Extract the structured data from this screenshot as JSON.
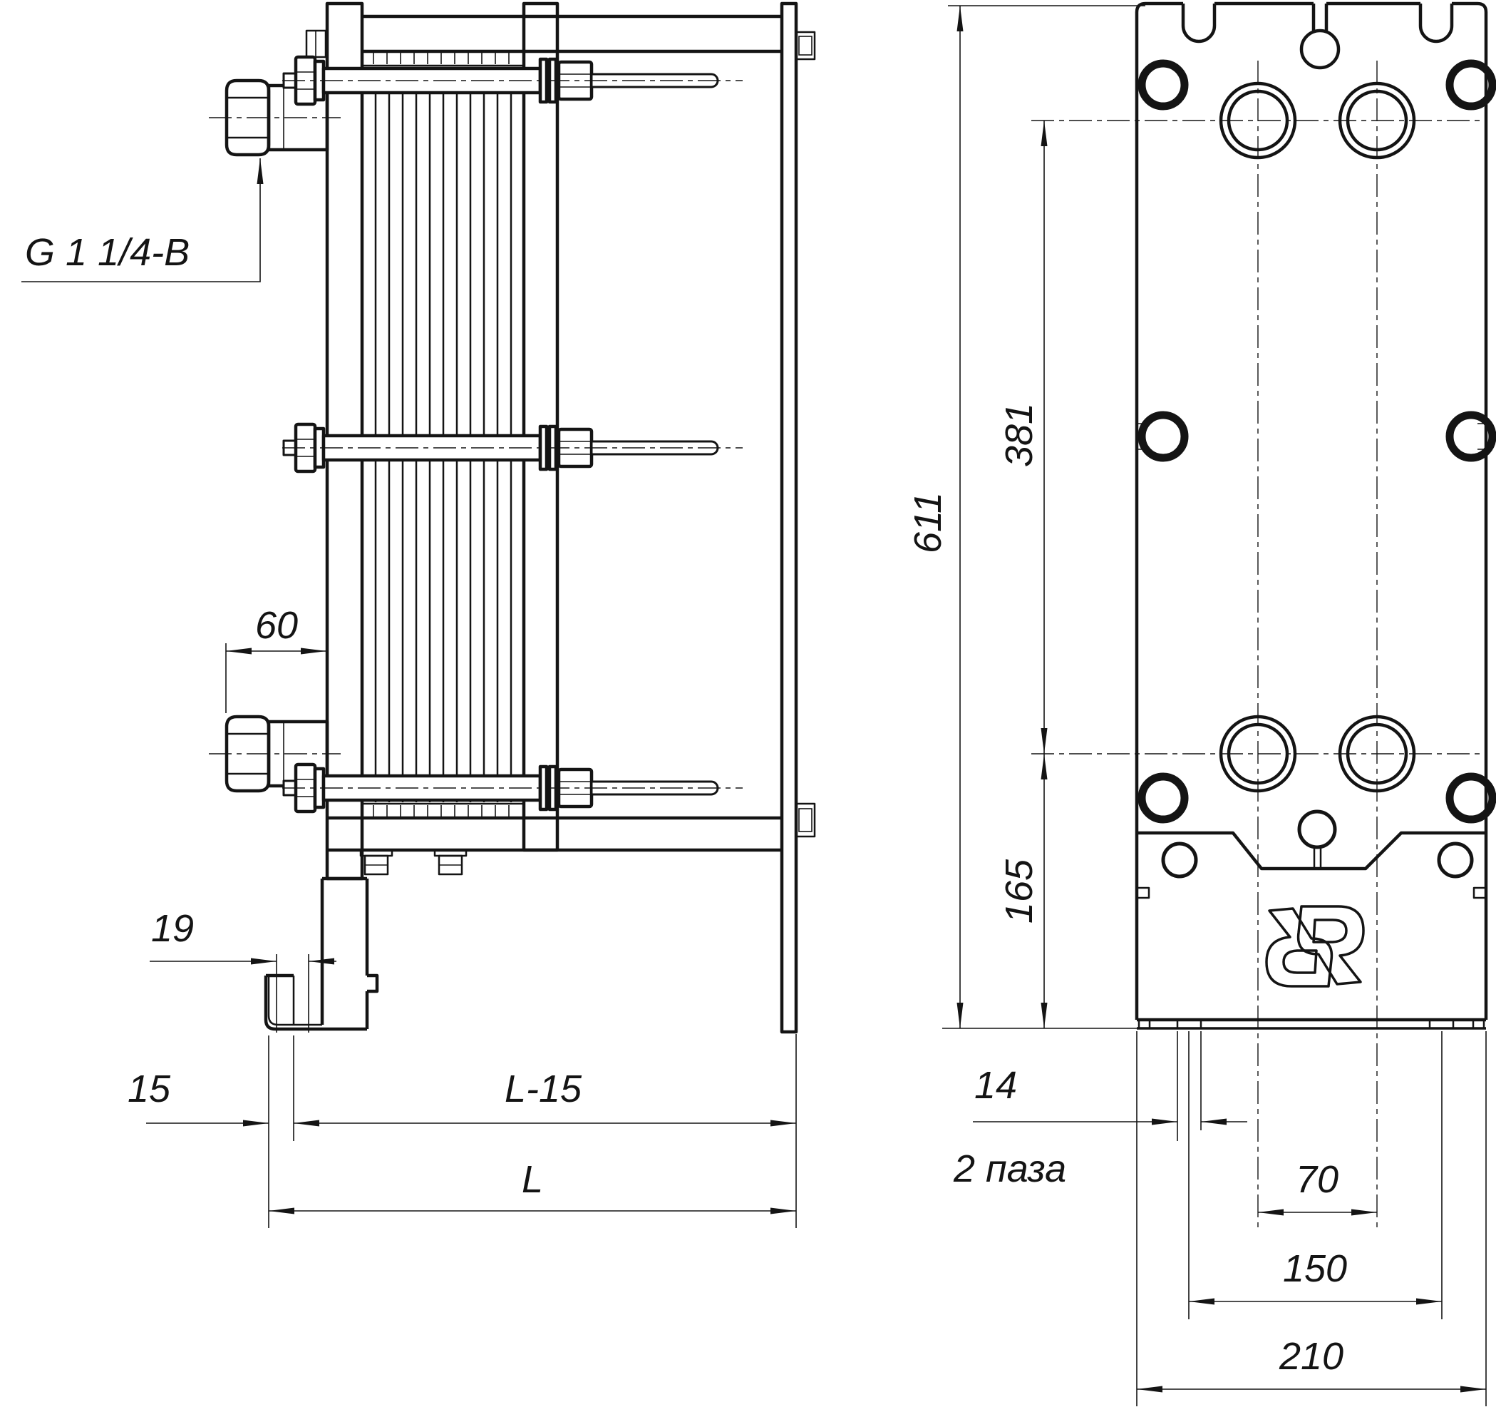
{
  "title": "Plate heat exchanger dimensional drawing",
  "colors": {
    "line": "#141414",
    "background": "#ffffff"
  },
  "side_view": {
    "thread_label": "G 1 1/4-B",
    "dims": {
      "pipe_protrusion": "60",
      "foot_slot_offset": "19",
      "foot_front_margin": "15",
      "frame_length_minus_15": "L-15",
      "frame_length": "L"
    }
  },
  "front_view": {
    "dims": {
      "overall_height": "611",
      "port_vertical_pitch": "381",
      "lower_port_height": "165",
      "slot_width": "14",
      "slot_count_note": "2 паза",
      "port_horizontal_pitch": "70",
      "slot_pitch": "150",
      "plate_width": "210"
    }
  }
}
